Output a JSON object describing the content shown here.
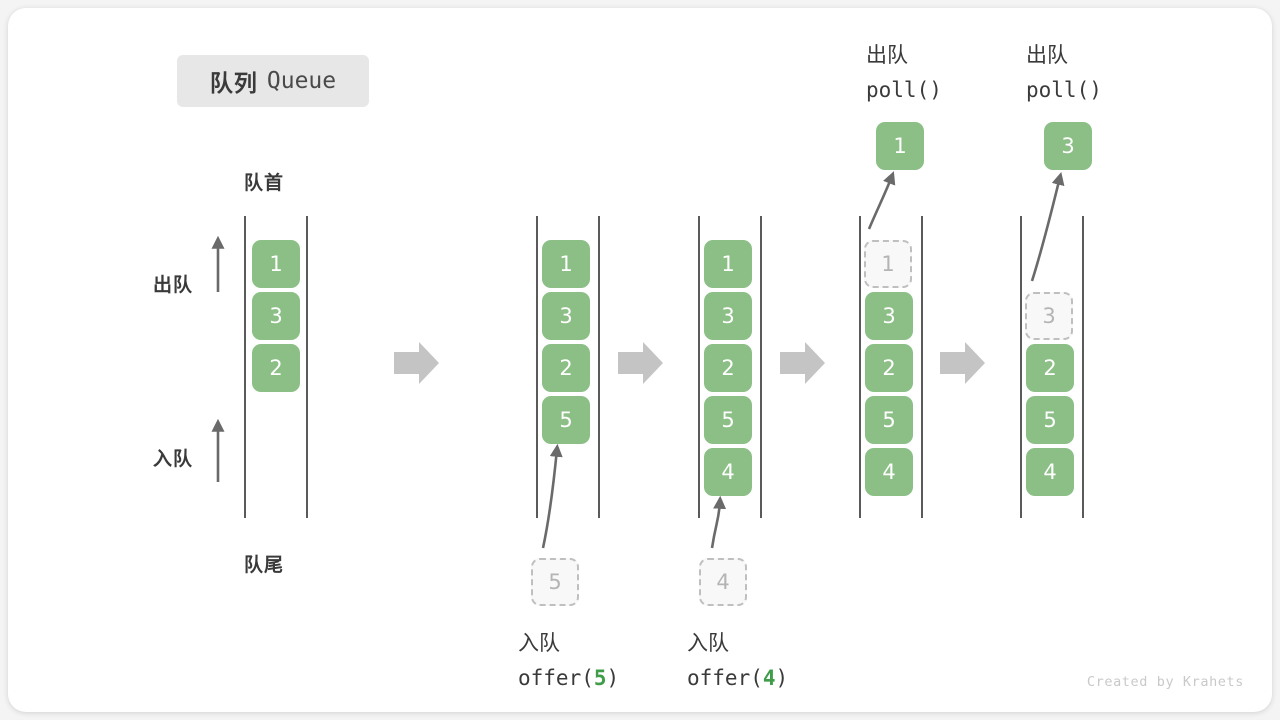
{
  "figure": {
    "title_cn": "队列",
    "title_en": "Queue",
    "credit": "Created by Krahets"
  },
  "labels": {
    "front": "队首",
    "rear": "队尾",
    "dequeue": "出队",
    "enqueue": "入队"
  },
  "colors": {
    "element_fill": "#8bbf86",
    "element_text": "#ffffff",
    "ghost_fill": "#f8f8f8",
    "ghost_border": "#bfbfbf",
    "ghost_text": "#b4b4b4",
    "rail": "#5a5a5a",
    "arrow_gray": "#6a6a6a",
    "transition_arrow": "#c4c4c4",
    "accent_green": "#3f9c49",
    "chip_bg": "#e7e7e7",
    "text": "#3a3a3a"
  },
  "states": [
    {
      "id": "state-initial",
      "elements": [
        "1",
        "3",
        "2"
      ],
      "ghost_top": null,
      "ghost_bottom": null,
      "popped": null,
      "caption_cn": null,
      "caption_code": null,
      "caption_arg": null
    },
    {
      "id": "state-after-offer-5",
      "elements": [
        "1",
        "3",
        "2",
        "5"
      ],
      "ghost_top": null,
      "ghost_bottom": "5",
      "popped": null,
      "caption_cn": "入队",
      "caption_code_prefix": "offer(",
      "caption_arg": "5",
      "caption_code_suffix": ")"
    },
    {
      "id": "state-after-offer-4",
      "elements": [
        "1",
        "3",
        "2",
        "5",
        "4"
      ],
      "ghost_top": null,
      "ghost_bottom": "4",
      "popped": null,
      "caption_cn": "入队",
      "caption_code_prefix": "offer(",
      "caption_arg": "4",
      "caption_code_suffix": ")"
    },
    {
      "id": "state-after-poll-1",
      "elements": [
        "3",
        "2",
        "5",
        "4"
      ],
      "ghost_top": "1",
      "ghost_bottom": null,
      "popped": "1",
      "caption_cn": "出队",
      "caption_code_prefix": "poll(",
      "caption_arg": "",
      "caption_code_suffix": ")"
    },
    {
      "id": "state-after-poll-3",
      "elements": [
        "2",
        "5",
        "4"
      ],
      "ghost_top": "3",
      "ghost_bottom": null,
      "popped": "3",
      "caption_cn": "出队",
      "caption_code_prefix": "poll(",
      "caption_arg": "",
      "caption_code_suffix": ")"
    }
  ],
  "popped_captions": [
    {
      "cn": "出队",
      "code": "poll()"
    },
    {
      "cn": "出队",
      "code": "poll()"
    }
  ]
}
